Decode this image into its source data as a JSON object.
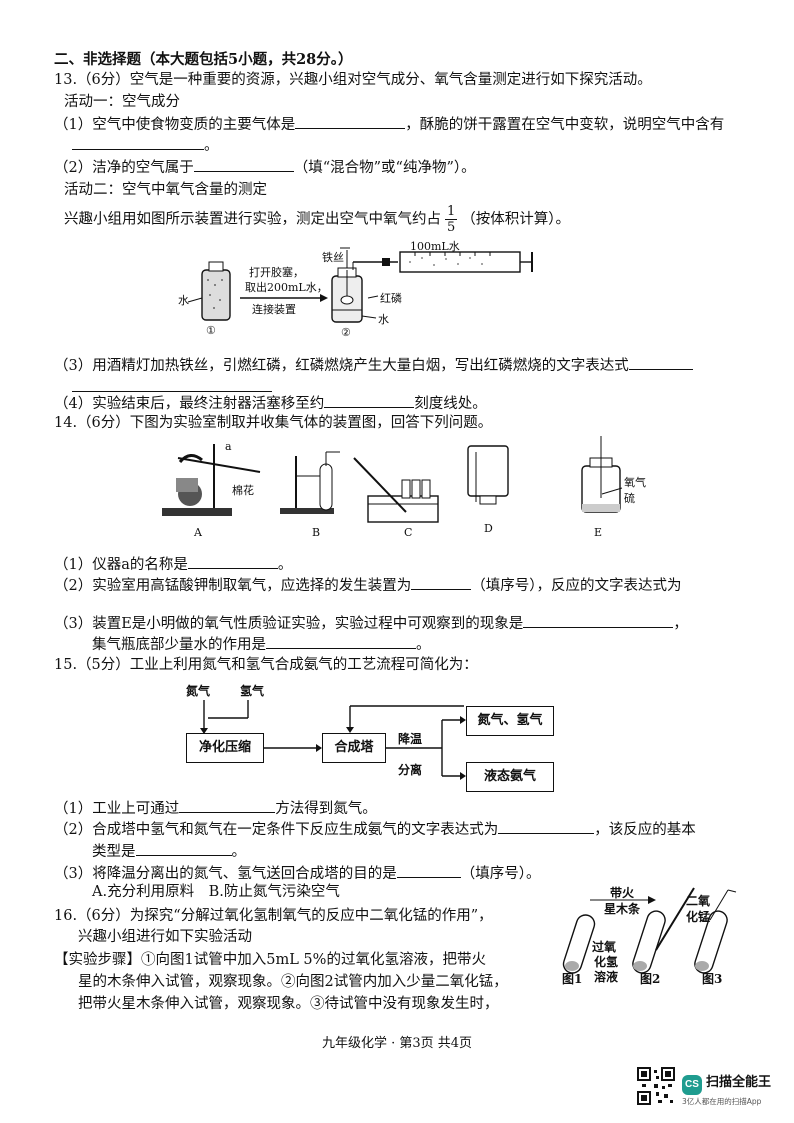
{
  "section": "二、非选择题（本大题包括5小题，共28分。）",
  "q13": {
    "stem": "13.（6分）空气是一种重要的资源，兴趣小组对空气成分、氧气含量测定进行如下探究活动。",
    "act1": "活动一：空气成分",
    "p1a": "（1）空气中使食物变质的主要气体是",
    "p1b": "，酥脆的饼干露置在空气中变软，说明空气中含有",
    "p1c": "。",
    "p2a": "（2）洁净的空气属于",
    "p2b": "（填“混合物”或“纯净物”）。",
    "act2": "活动二：空气中氧气含量的测定",
    "intro_a": "兴趣小组用如图所示装置进行实验，测定出空气中氧气约占",
    "frac_num": "1",
    "frac_den": "5",
    "intro_b": "（按体积计算）。",
    "fig": {
      "water_left": "水",
      "arrow_top1": "打开胶塞，",
      "arrow_top2": "取出200mL水，",
      "arrow_bottom": "连接装置",
      "n1": "①",
      "n2": "②",
      "iron": "铁丝",
      "syringe": "100mL水",
      "phosphorus": "红磷",
      "water_right": "水"
    },
    "p3": "（3）用酒精灯加热铁丝，引燃红磷，红磷燃烧产生大量白烟，写出红磷燃烧的文字表达式",
    "p4a": "（4）实验结束后，最终注射器活塞移至约",
    "p4b": "刻度线处。"
  },
  "q14": {
    "stem": "14.（6分）下图为实验室制取并收集气体的装置图，回答下列问题。",
    "fig": {
      "a": "a",
      "cotton": "棉花",
      "A": "A",
      "B": "B",
      "C": "C",
      "D": "D",
      "E": "E",
      "oxygen1": "氧气",
      "sulfur": "硫"
    },
    "p1a": "（1）仪器a的名称是",
    "p1b": "。",
    "p2a": "（2）实验室用高锰酸钾制取氧气，应选择的发生装置为",
    "p2b": "（填序号），反应的文字表达式为",
    "p3a": "（3）装置E是小明做的氧气性质验证实验，实验过程中可观察到的现象是",
    "p3b": "，",
    "p3c": "集气瓶底部少量水的作用是",
    "p3d": "。"
  },
  "q15": {
    "stem": "15.（5分）工业上利用氮气和氢气合成氨气的工艺流程可简化为：",
    "fig": {
      "n2": "氮气",
      "h2": "氢气",
      "purify": "净化压缩",
      "tower": "合成塔",
      "cool": "降温",
      "separate": "分离",
      "out1": "氮气、氢气",
      "out2": "液态氨气"
    },
    "p1a": "（1）工业上可通过",
    "p1b": "方法得到氮气。",
    "p2a": "（2）合成塔中氢气和氮气在一定条件下反应生成氨气的文字表达式为",
    "p2b": "，该反应的基本",
    "p2c": "类型是",
    "p2d": "。",
    "p3a": "（3）将降温分离出的氮气、氢气送回合成塔的目的是",
    "p3b": "（填序号）。",
    "optA": "A.充分利用原料",
    "optB": "B.防止氮气污染空气"
  },
  "q16": {
    "stem1": "16.（6分）为探究“分解过氧化氢制氧气的反应中二氧化锰的作用”，",
    "stem2": "兴趣小组进行如下实验活动",
    "step1": "【实验步骤】①向图1试管中加入5mL 5%的过氧化氢溶液，把带火",
    "step2": "星的木条伸入试管，观察现象。②向图2试管内加入少量二氧化锰，",
    "step3": "把带火星木条伸入试管，观察现象。③待试管中没有现象发生时，",
    "fig": {
      "stick1": "带火",
      "stick2": "星木条",
      "mno2_1": "二氧",
      "mno2_2": "化锰",
      "h2o2_1": "过氧",
      "h2o2_2": "化氢",
      "h2o2_3": "溶液",
      "f1": "图1",
      "f2": "图2",
      "f3": "图3"
    }
  },
  "footer": "九年级化学 · 第3页 共4页",
  "badge": {
    "logo": "CS",
    "app": "扫描全能王",
    "tagline": "3亿人都在用的扫描App"
  }
}
